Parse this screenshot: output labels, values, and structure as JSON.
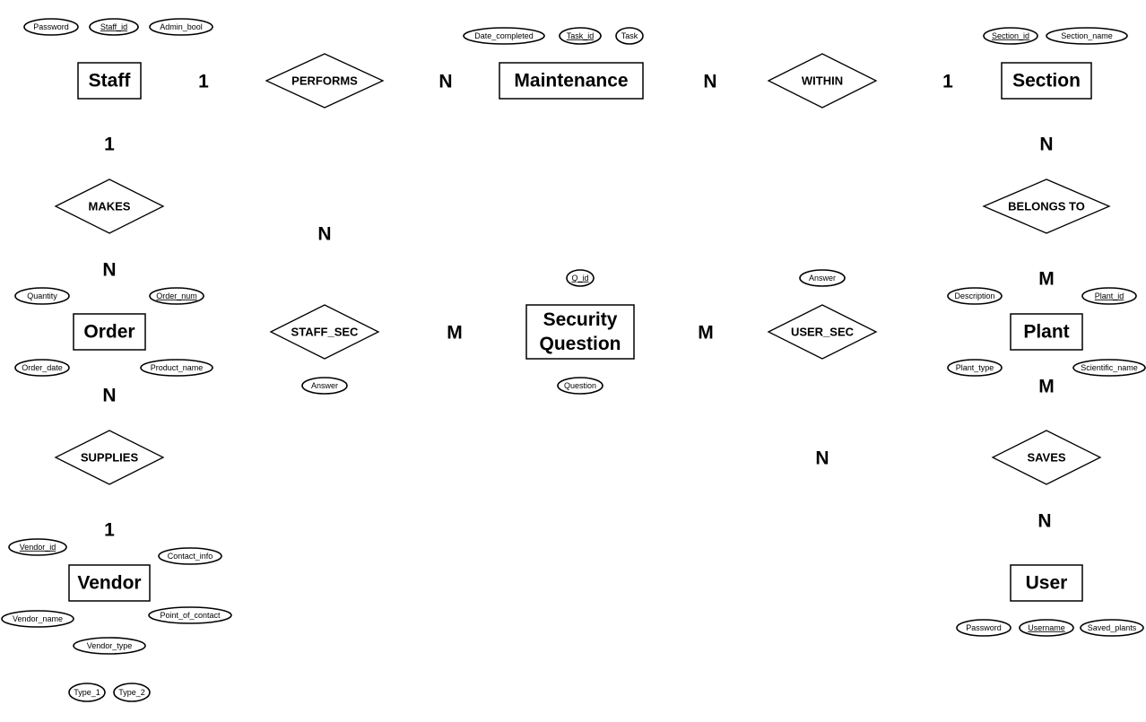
{
  "entities": [
    {
      "key": "staff",
      "label": "Staff"
    },
    {
      "key": "maintenance",
      "label": "Maintenance"
    },
    {
      "key": "section",
      "label": "Section"
    },
    {
      "key": "order",
      "label": "Order"
    },
    {
      "key": "security_question",
      "label": [
        "Security",
        "Question"
      ]
    },
    {
      "key": "plant",
      "label": "Plant"
    },
    {
      "key": "vendor",
      "label": "Vendor"
    },
    {
      "key": "user",
      "label": "User"
    }
  ],
  "relationships": [
    {
      "key": "performs",
      "label": "PERFORMS"
    },
    {
      "key": "within",
      "label": "WITHIN"
    },
    {
      "key": "makes",
      "label": "MAKES"
    },
    {
      "key": "belongs_to",
      "label": "BELONGS TO"
    },
    {
      "key": "staff_sec",
      "label": "STAFF_SEC"
    },
    {
      "key": "user_sec",
      "label": "USER_SEC"
    },
    {
      "key": "supplies",
      "label": "SUPPLIES"
    },
    {
      "key": "saves",
      "label": "SAVES"
    }
  ],
  "attributes": [
    {
      "key": "staff_password",
      "label": "Password",
      "key_attr": false
    },
    {
      "key": "staff_id",
      "label": "Staff_id",
      "key_attr": true
    },
    {
      "key": "admin_bool",
      "label": "Admin_bool",
      "key_attr": false
    },
    {
      "key": "date_completed",
      "label": "Date_completed",
      "key_attr": false
    },
    {
      "key": "task_id",
      "label": "Task_id",
      "key_attr": true
    },
    {
      "key": "task",
      "label": "Task",
      "key_attr": false
    },
    {
      "key": "section_id",
      "label": "Section_id",
      "key_attr": true
    },
    {
      "key": "section_name",
      "label": "Section_name",
      "key_attr": false
    },
    {
      "key": "quantity",
      "label": "Quantity",
      "key_attr": false
    },
    {
      "key": "order_num",
      "label": "Order_num",
      "key_attr": true
    },
    {
      "key": "order_date",
      "label": "Order_date",
      "key_attr": false
    },
    {
      "key": "product_name",
      "label": "Product_name",
      "key_attr": false
    },
    {
      "key": "staff_sec_answer",
      "label": "Answer",
      "key_attr": false
    },
    {
      "key": "q_id",
      "label": "Q_id",
      "key_attr": true
    },
    {
      "key": "question",
      "label": "Question",
      "key_attr": false
    },
    {
      "key": "user_sec_answer",
      "label": "Answer",
      "key_attr": false
    },
    {
      "key": "description",
      "label": "Description",
      "key_attr": false
    },
    {
      "key": "plant_id",
      "label": "Plant_id",
      "key_attr": true
    },
    {
      "key": "plant_type",
      "label": "Plant_type",
      "key_attr": false
    },
    {
      "key": "scientific_name",
      "label": "Scientific_name",
      "key_attr": false
    },
    {
      "key": "vendor_id",
      "label": "Vendor_id",
      "key_attr": true
    },
    {
      "key": "contact_info",
      "label": "Contact_info",
      "key_attr": false
    },
    {
      "key": "vendor_name",
      "label": "Vendor_name",
      "key_attr": false
    },
    {
      "key": "point_of_contact",
      "label": "Point_of_contact",
      "key_attr": false
    },
    {
      "key": "vendor_type",
      "label": "Vendor_type",
      "key_attr": false
    },
    {
      "key": "type_1",
      "label": "Type_1",
      "key_attr": false
    },
    {
      "key": "type_2",
      "label": "Type_2",
      "key_attr": false
    },
    {
      "key": "user_password",
      "label": "Password",
      "key_attr": false
    },
    {
      "key": "username",
      "label": "Username",
      "key_attr": true
    },
    {
      "key": "saved_plants",
      "label": "Saved_plants",
      "key_attr": false
    }
  ],
  "cardinalities": [
    {
      "key": "staff_performs",
      "label": "1"
    },
    {
      "key": "performs_maintenance",
      "label": "N"
    },
    {
      "key": "maintenance_within",
      "label": "N"
    },
    {
      "key": "within_section",
      "label": "1"
    },
    {
      "key": "staff_makes",
      "label": "1"
    },
    {
      "key": "section_belongs",
      "label": "N"
    },
    {
      "key": "staff_sec_staff",
      "label": "N"
    },
    {
      "key": "makes_order",
      "label": "N"
    },
    {
      "key": "belongs_plant",
      "label": "M"
    },
    {
      "key": "staff_sec_question",
      "label": "M"
    },
    {
      "key": "user_sec_question",
      "label": "M"
    },
    {
      "key": "order_supplies",
      "label": "N"
    },
    {
      "key": "plant_saves",
      "label": "M"
    },
    {
      "key": "user_sec_user",
      "label": "N"
    },
    {
      "key": "saves_user",
      "label": "N"
    },
    {
      "key": "supplies_vendor",
      "label": "1"
    }
  ]
}
